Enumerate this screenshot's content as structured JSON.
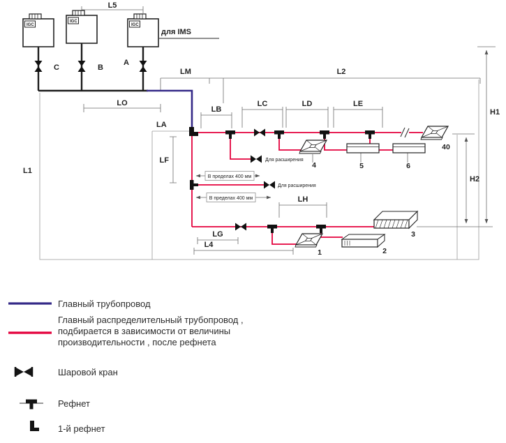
{
  "colors": {
    "main_pipe": "#352a88",
    "distribution_pipe": "#e4003c"
  },
  "diagram": {
    "for_ims": "для IMS",
    "outdoor_unit_model": "IGC",
    "pipe_valve_labels": {
      "A": "A",
      "B": "B",
      "C": "C"
    },
    "dimension_labels": {
      "L1": "L1",
      "L2": "L2",
      "L4": "L4",
      "L5": "L5",
      "LA": "LA",
      "LB": "LB",
      "LC": "LC",
      "LD": "LD",
      "LE": "LE",
      "LF": "LF",
      "LG": "LG",
      "LH": "LH",
      "LM": "LM",
      "LO": "LO",
      "H1": "H1",
      "H2": "H2"
    },
    "indoor_unit_numbers": {
      "unit1": "1",
      "unit2": "2",
      "unit3": "3",
      "unit4": "4",
      "unit5": "5",
      "unit6": "6",
      "unit40": "40"
    },
    "notes": {
      "expansion": "Для расширения",
      "within_400mm": "В пределах 400 мм"
    }
  },
  "legend": {
    "main_pipe": "Главный трубопровод",
    "distribution_pipe_line1": "Главный распределительный трубопровод ,",
    "distribution_pipe_line2": "подбирается в зависимости от величины",
    "distribution_pipe_line3": "производительности , после рефнета",
    "ball_valve": "Шаровой кран",
    "refnet": "Рефнет",
    "first_refnet": "1-й рефнет"
  }
}
